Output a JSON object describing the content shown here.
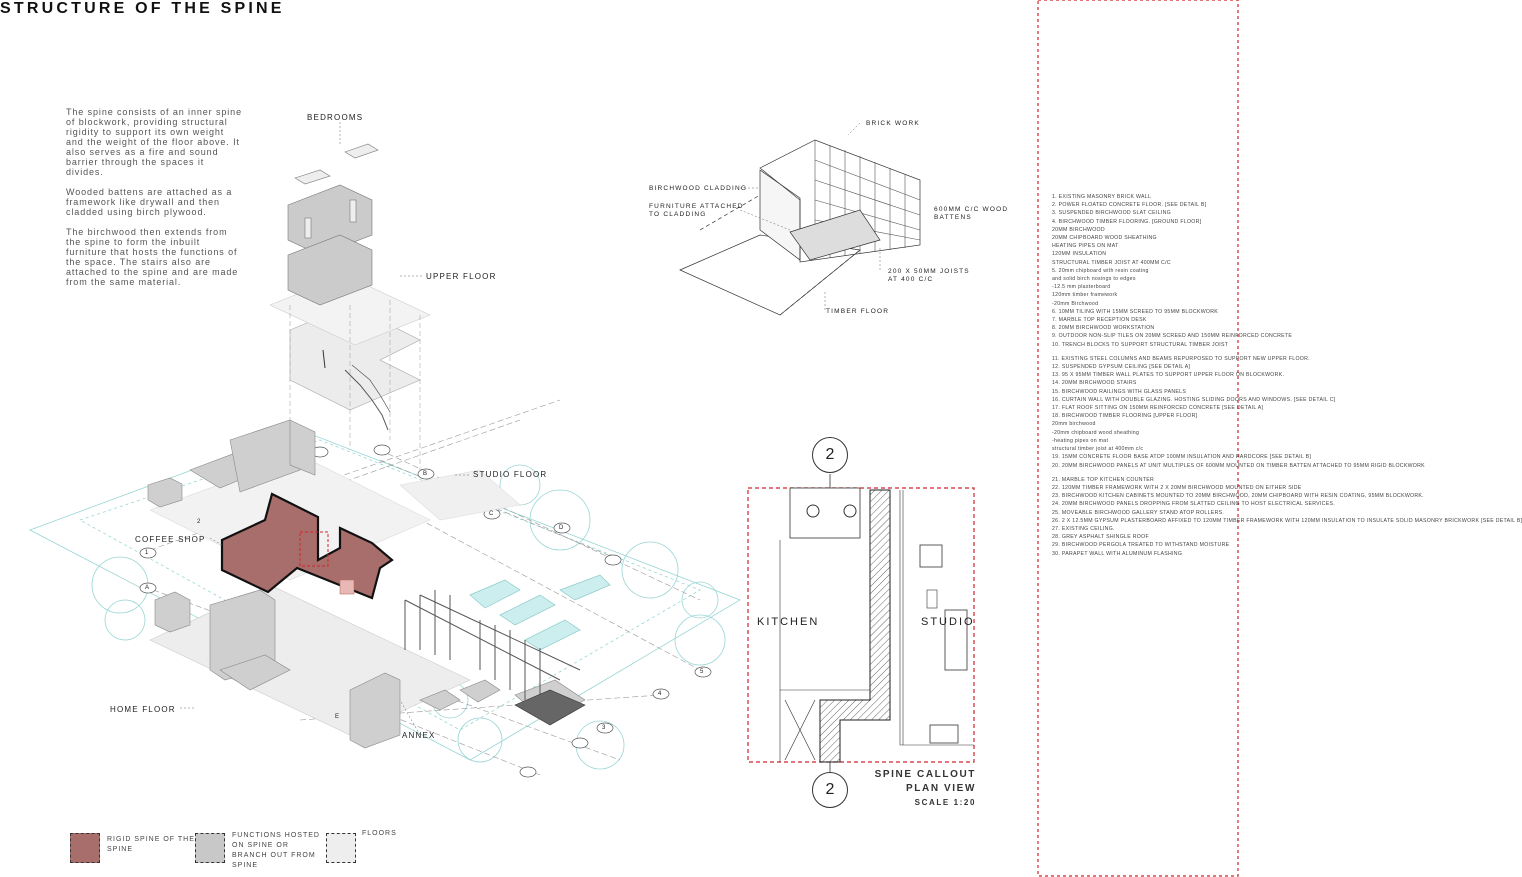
{
  "title": "STRUCTURE OF THE SPINE",
  "intro": [
    "The spine consists of an inner spine of blockwork, providing structural rigidity to support its own weight and the weight of the floor above. It also serves as a fire and sound barrier through the spaces it divides.",
    "Wooded battens are attached as a framework like drywall and then cladded using birch plywood.",
    "The birchwood then extends from the spine to form the inbuilt furniture that hosts the functions of the space. The stairs also are attached to the spine and are made from the same material."
  ],
  "axon_labels": {
    "bedrooms": "BEDROOMS",
    "upper_floor": "UPPER FLOOR",
    "studio_floor": "STUDIO FLOOR",
    "coffee_shop": "COFFEE SHOP",
    "home_floor": "HOME FLOOR",
    "annex": "ANNEX"
  },
  "detail_labels": {
    "brick_work": "BRICK WORK",
    "birchwood_cladding": "BIRCHWOOD CLADDING",
    "furniture_line1": "FURNITURE ATTACHED",
    "furniture_line2": "TO CLADDING",
    "battens_line1": "600MM C/C WOOD",
    "battens_line2": "BATTENS",
    "joists_line1": "200 X 50MM JOISTS",
    "joists_line2": "AT 400 C/C",
    "timber_floor": "TIMBER FLOOR"
  },
  "grid_markers": [
    "1",
    "2",
    "A",
    "B",
    "C",
    "D",
    "E",
    "3",
    "4",
    "5"
  ],
  "callout": {
    "section_number": "2",
    "kitchen": "KITCHEN",
    "studio": "STUDIO",
    "title_line1": "SPINE CALLOUT",
    "title_line2": "PLAN VIEW",
    "scale": "SCALE 1:20"
  },
  "notes": [
    "1. EXISTING MASONRY BRICK WALL",
    "2. POWER FLOATED CONCRETE FLOOR. [SEE DETAIL B]",
    "3. SUSPENDED BIRCHWOOD SLAT CEILING",
    "4. BIRCHWOOD TIMBER FLOORING. [GROUND FLOOR]",
    "20MM BIRCHWOOD",
    "20MM CHIPBOARD WOOD SHEATHING",
    "HEATING PIPES ON MAT",
    "120MM INSULATION",
    "STRUCTURAL TIMBER JOIST AT 400MM C/C",
    "5. 20mm chipboard with resin coating",
    "and solid birch nosings to edges",
    "-12.5 mm plasterboard",
    " 120mm timber framework",
    "-20mm Birchwood",
    "6. 10MM TILING WITH 15MM SCREED TO 95MM BLOCKWORK",
    "7. MARBLE TOP RECEPTION DESK",
    "8. 20MM BIRCHWOOD WORKSTATION",
    "9. OUTDOOR NON-SLIP TILES ON 20MM SCREED AND 150MM REINFORCED CONCRETE",
    "10. TRENCH BLOCKS TO SUPPORT STRUCTURAL TIMBER JOIST",
    "",
    "11. EXISTING STEEL COLUMNS AND BEAMS REPURPOSED TO SUPPORT NEW UPPER FLOOR.",
    "12. SUSPENDED GYPSUM CEILING [SEE DETAIL A]",
    "13. 95 X 95MM TIMBER WALL PLATES TO SUPPORT UPPER FLOOR ON BLOCKWORK.",
    "14. 20MM BIRCHWOOD STAIRS",
    "15. BIRCHWOOD RAILINGS WITH GLASS PANELS",
    "16. CURTAIN WALL WITH DOUBLE GLAZING. HOSTING SLIDING DOORS AND WINDOWS. [SEE DETAIL C]",
    "17. FLAT ROOF SITTING ON 150MM REINFORCED CONCRETE [SEE DETAIL A]",
    "18. BIRCHWOOD TIMBER FLOORING [UPPER FLOOR]",
    " 20mm birchwood",
    "-20mm chipboard wood sheathing",
    "-heating pipes on mat",
    " structural timber joist at 400mm c/c",
    "19. 15MM CONCRETE FLOOR BASE ATOP 100MM INSULATION AND HARDCORE [SEE DETAIL B]",
    "20. 20MM BIRCHWOOD PANELS AT UNIT MULTIPLES OF 600MM MOUNTED ON TIMBER BATTEN ATTACHED TO 95MM RIGID BLOCKWORK",
    "",
    "21. MARBLE TOP KITCHEN COUNTER",
    "22. 120MM TIMBER FRAMEWORK WITH 2 X 20MM BIRCHWOOD MOUNTED ON EITHER SIDE",
    "23. BIRCHWOOD KITCHEN CABINETS MOUNTED TO 20MM BIRCHWOOD, 20MM CHIPBOARD WITH RESIN COATING, 95MM BLOCKWORK.",
    "24. 20MM BIRCHWOOD PANELS DROPPING FROM SLATTED CEILING TO HOST ELECTRICAL SERVICES.",
    "25. MOVEABLE BIRCHWOOD GALLERY STAND ATOP ROLLERS.",
    "26. 2 X 12.5MM GYPSUM PLASTERBOARD AFFIXED TO 120MM TIMBER FRAMEWORK WITH 120MM INSULATION TO INSULATE SOLID MASONRY BRICKWORK [SEE DETAIL B]",
    "27. EXISTING CEILING.",
    "28. GREY ASPHALT SHINGLE ROOF",
    "29. BIRCHWOOD PERGOLA TREATED TO WITHSTAND MOISTURE",
    "30. PARAPET WALL WITH ALUMINUM FLASHING"
  ],
  "legend": [
    {
      "text": "RIGID SPINE OF THE SPINE",
      "color": "#a86e6b"
    },
    {
      "text": "FUNCTIONS HOSTED ON SPINE OR BRANCH OUT FROM SPINE",
      "color": "#c8c8c8"
    },
    {
      "text": "FLOORS",
      "color": "#eeeeee"
    }
  ],
  "colors": {
    "spine": "#a86e6b",
    "spine_light": "#c98f8c",
    "function_grey": "#c8c8c8",
    "floor_grey": "#eeeeee",
    "cyan_outline": "#7fc9c9",
    "callout_red": "#d0252b"
  }
}
